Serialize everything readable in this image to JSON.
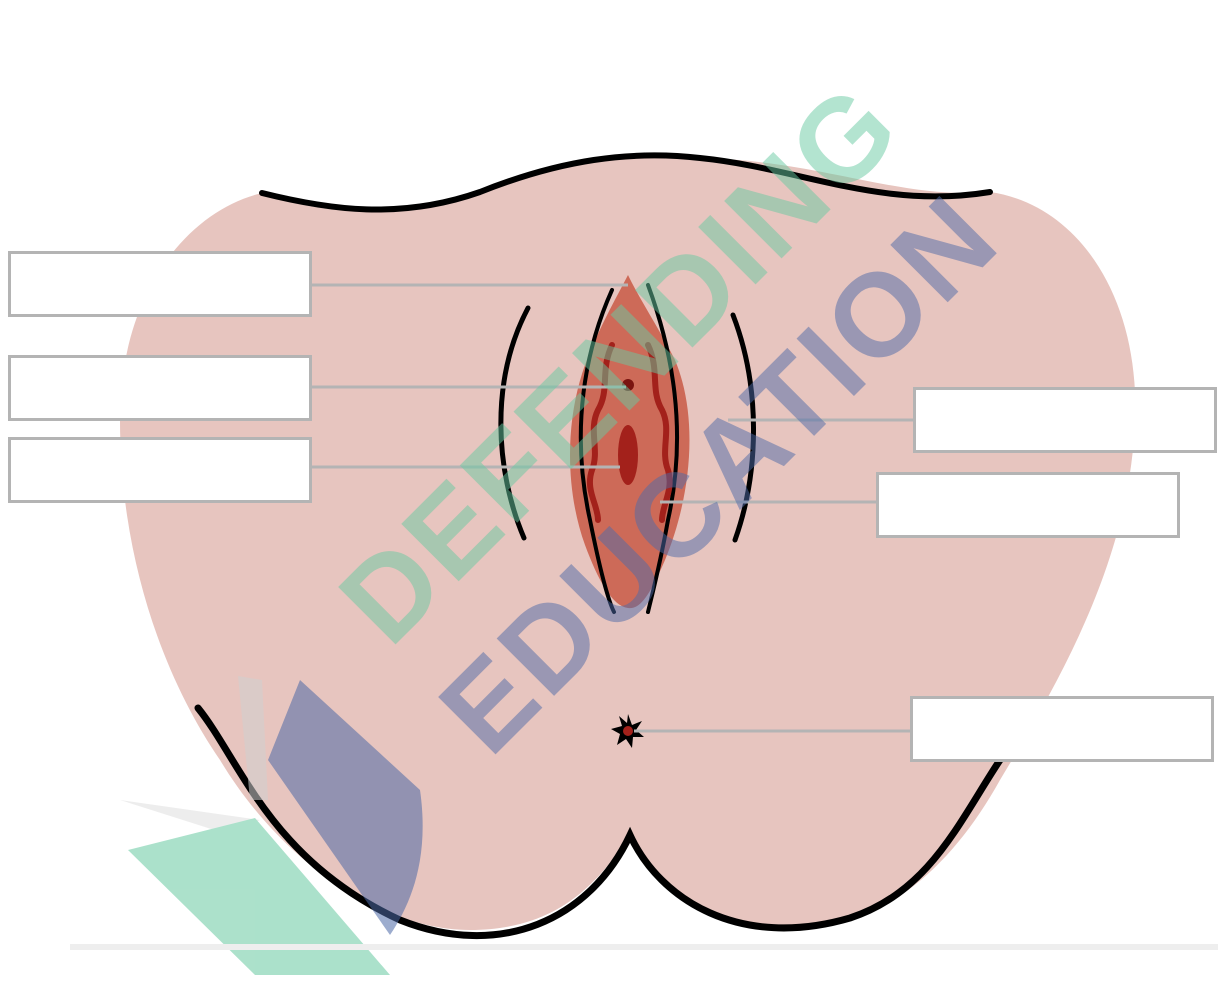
{
  "diagram": {
    "type": "labeling-worksheet",
    "labels": [
      {
        "id": "box-1",
        "text": ""
      },
      {
        "id": "box-2",
        "text": ""
      },
      {
        "id": "box-3",
        "text": ""
      },
      {
        "id": "box-4",
        "text": ""
      },
      {
        "id": "box-5",
        "text": ""
      },
      {
        "id": "box-6",
        "text": ""
      }
    ]
  },
  "watermark": {
    "line1": "DEFENDING",
    "line2": "EDUCATION"
  },
  "colors": {
    "skin": "#e7c5bf",
    "outline": "#000000",
    "tissue": "#cd6a58",
    "fold": "#a3211b",
    "leader": "#b4b4b4",
    "watermark_green": "#67c9a1",
    "watermark_blue": "#4d6aa7"
  }
}
